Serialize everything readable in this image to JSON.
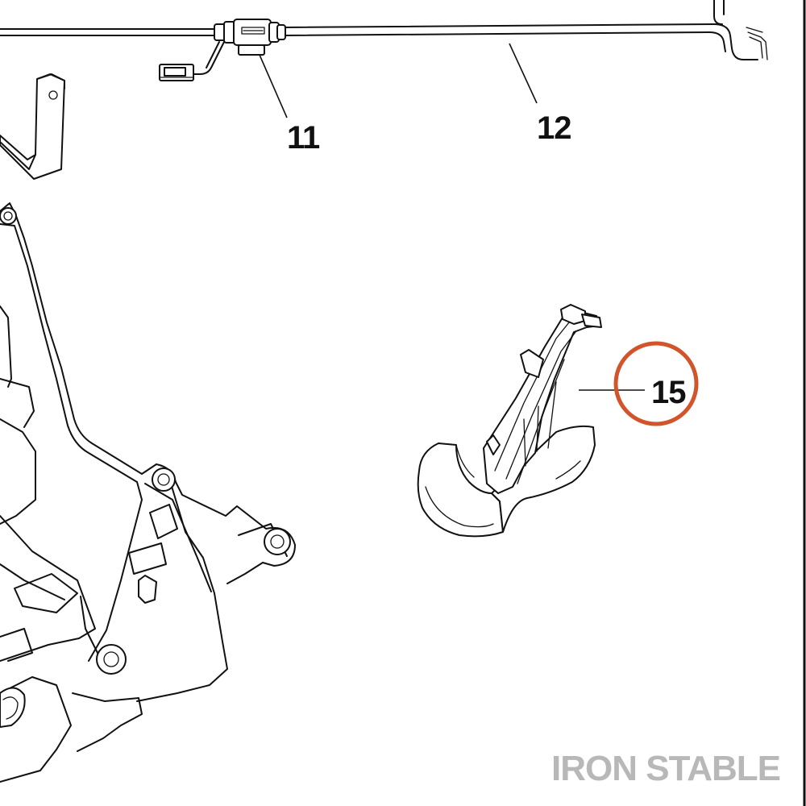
{
  "callouts": {
    "c11": "11",
    "c12": "12",
    "c15": "15"
  },
  "highlight": {
    "target": "15",
    "color": "#D2542B"
  },
  "watermark": {
    "text": "IRON STABLE",
    "color": "#B8B8B8"
  }
}
